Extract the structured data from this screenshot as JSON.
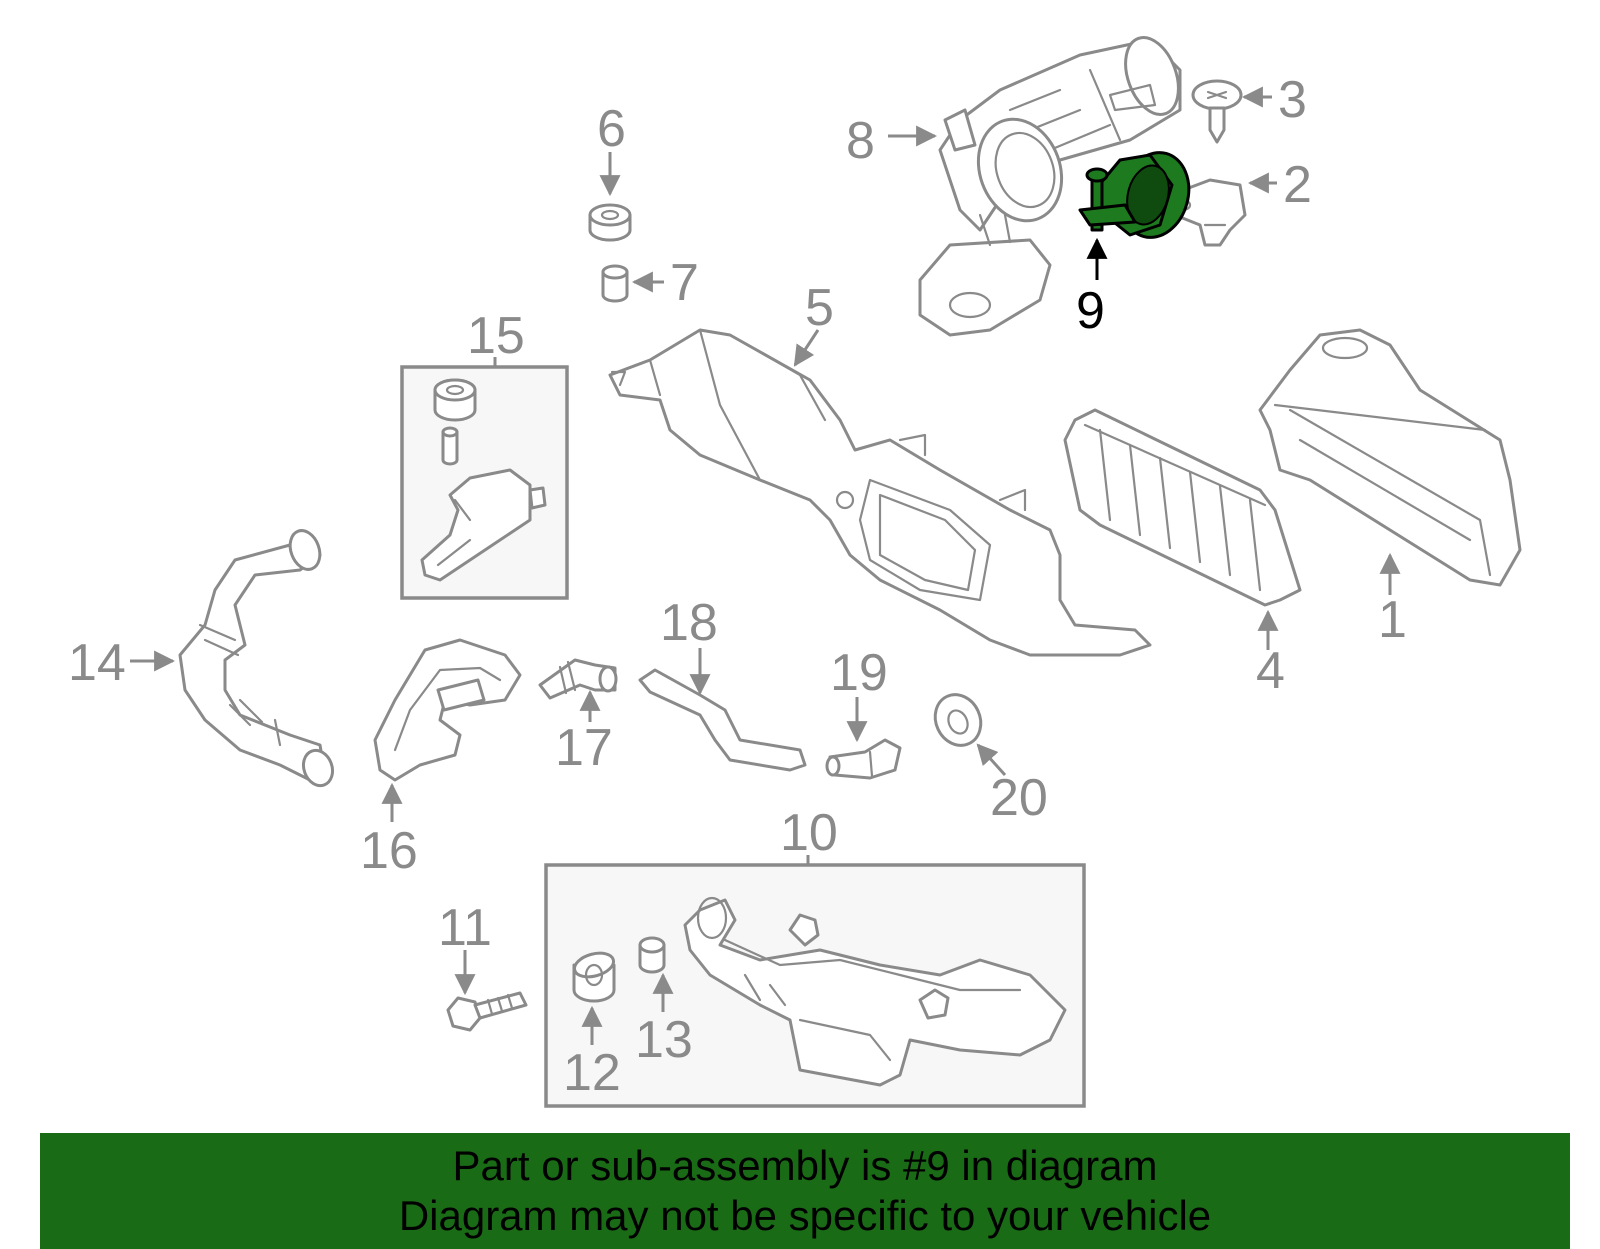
{
  "callouts": {
    "c1": "1",
    "c2": "2",
    "c3": "3",
    "c4": "4",
    "c5": "5",
    "c6": "6",
    "c7": "7",
    "c8": "8",
    "c9": "9",
    "c10": "10",
    "c11": "11",
    "c12": "12",
    "c13": "13",
    "c14": "14",
    "c15": "15",
    "c16": "16",
    "c17": "17",
    "c18": "18",
    "c19": "19",
    "c20": "20"
  },
  "highlighted_part": "9",
  "colors": {
    "highlight": "#1e7a1e",
    "banner": "#1a6b16",
    "linework": "#8a8a8a"
  },
  "banner": {
    "line1": "Part or sub-assembly is #9 in diagram",
    "line2": "Diagram may not be specific to your vehicle"
  }
}
